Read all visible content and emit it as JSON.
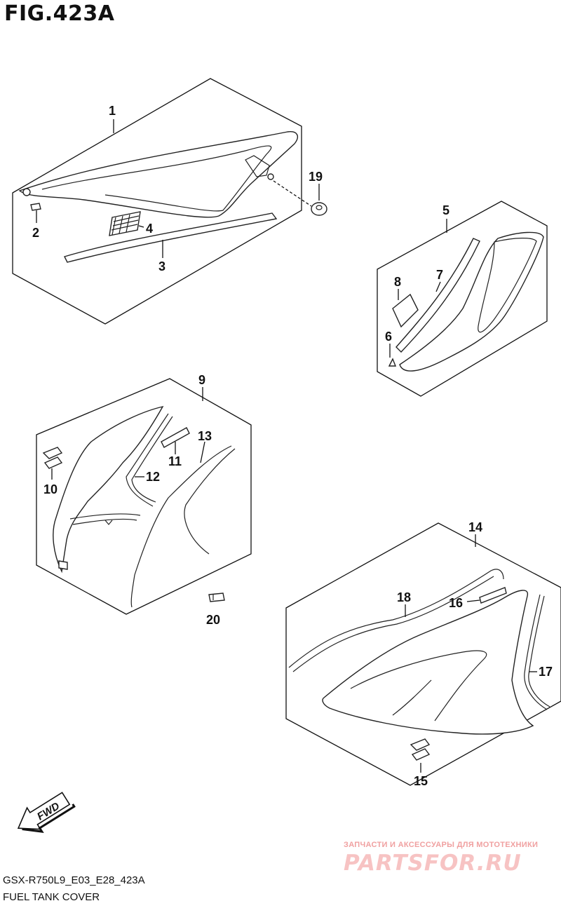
{
  "figure": {
    "title": "FIG.423A"
  },
  "labels": {
    "p1": "1",
    "p2": "2",
    "p3": "3",
    "p4": "4",
    "p5": "5",
    "p6": "6",
    "p7": "7",
    "p8": "8",
    "p9": "9",
    "p10": "10",
    "p11": "11",
    "p12": "12",
    "p13": "13",
    "p14": "14",
    "p15": "15",
    "p16": "16",
    "p17": "17",
    "p18": "18",
    "p19": "19",
    "p20": "20"
  },
  "fwd_arrow": {
    "text": "FWD"
  },
  "footer": {
    "code": "GSX-R750L9_E03_E28_423A",
    "name": "FUEL TANK COVER"
  },
  "watermark": {
    "caption": "ЗАПЧАСТИ И АКСЕССУАРЫ ДЛЯ МОТОТЕХНИКИ",
    "logo": "PARTSFOR.RU"
  },
  "colors": {
    "ink": "#111111",
    "watermark": "#f4b5b5"
  }
}
